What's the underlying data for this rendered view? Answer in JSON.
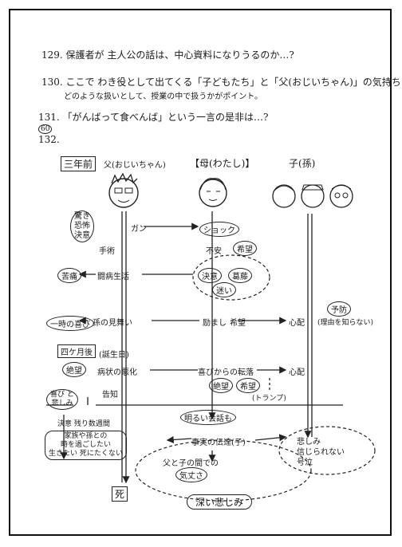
{
  "notes": [
    {
      "num": "129.",
      "text": "保護者が 主人公の話は、中心資料になりうるのか…?"
    },
    {
      "num": "130.",
      "text": "ここで わき役として出てくる「子どもたち」と「父(おじいちゃん)」の気持ちは",
      "text2": "どのような扱いとして、授業の中で扱うかがポイント。"
    },
    {
      "num": "131.",
      "text": "「がんばって食べんば」という一言の是非は…?",
      "mark": "60"
    },
    {
      "num": "132."
    }
  ],
  "diagram": {
    "timeframe": "三年前",
    "col_father": "父(おじいちゃん)",
    "col_mother": "【母(わたし)】",
    "col_child": "子(孫)",
    "father_feelings": [
      "驚き",
      "恐怖",
      "決意"
    ],
    "father_cancer": "ガン",
    "father_surgery": "手術",
    "father_pain": "苦痛",
    "father_life": "闘病生活",
    "father_joy": "一時の喜び",
    "grandchild_visit": "孫の見舞い",
    "four_months": "四ケ月後",
    "birthday": "(誕生日)",
    "despair": "絶望",
    "worsening": "病状の悪化",
    "notice": "告知",
    "joy_sad": [
      "喜び",
      "と",
      "悲しみ"
    ],
    "resolve": "決意 残り数週間",
    "family": "家族や孫との",
    "time": "時を過ごしたい",
    "live_want": "生きたい",
    "die_no": "死にたくない",
    "death": "死",
    "shock": "ショック",
    "anxiety": "不安",
    "hope": "希望",
    "resolve2": "決意",
    "conflict": "葛藤",
    "worry2": "迷い",
    "encourage": "励まし",
    "hope2": "希望",
    "pulled": "喜びからの転落",
    "despair2": "絶望",
    "hope3": "希望",
    "trump": "(トランプ)",
    "bright": "明るい会話も",
    "truth": "事実の伝達(子)",
    "bond": "父と子の間での",
    "bond2": "気丈さ",
    "deep_sorrow": "深い悲しみ",
    "worry": "心配",
    "worry_note": "(理由を知らない)",
    "visit_note": "予防",
    "worry3": "心配",
    "sad_box": [
      "悲しみ",
      "信じられない",
      "号泣"
    ]
  }
}
